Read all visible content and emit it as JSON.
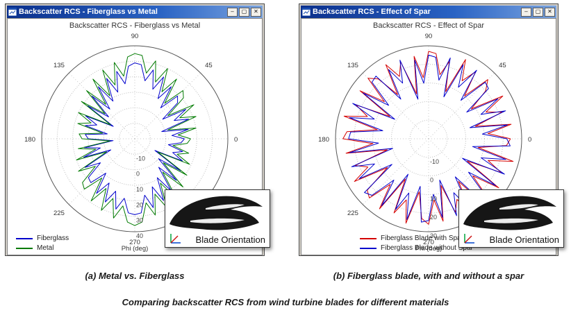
{
  "window_controls": {
    "minimize_glyph": "–",
    "maximize_glyph": "▢",
    "close_glyph": "✕"
  },
  "windows": [
    {
      "title": "Backscatter RCS - Fiberglass vs Metal",
      "inset_label": "Blade Orientation"
    },
    {
      "title": "Backscatter RCS - Effect of Spar",
      "inset_label": "Blade Orientation"
    }
  ],
  "captions": {
    "left": "(a) Metal vs. Fiberglass",
    "right": "(b) Fiberglass blade, with and without a spar",
    "bottom": "Comparing backscatter RCS from wind turbine blades for different materials"
  },
  "chart_data": [
    {
      "type": "line",
      "subtype": "polar",
      "title": "Backscatter RCS - Fiberglass vs Metal",
      "angle_axis_label": "Phi (deg)",
      "angle_ticks": [
        0,
        45,
        90,
        135,
        180,
        225,
        270
      ],
      "r_ticks": [
        -10,
        0,
        10,
        20,
        30,
        40
      ],
      "r_min": -20,
      "r_max": 40,
      "legend_position": "bottom-left",
      "theta_deg": [
        0,
        5,
        10,
        15,
        20,
        25,
        30,
        35,
        40,
        45,
        50,
        55,
        60,
        65,
        70,
        75,
        80,
        85,
        90,
        95,
        100,
        105,
        110,
        115,
        120,
        125,
        130,
        135,
        140,
        145,
        150,
        155,
        160,
        165,
        170,
        175,
        180,
        185,
        190,
        195,
        200,
        205,
        210,
        215,
        220,
        225,
        230,
        235,
        240,
        245,
        250,
        255,
        260,
        265,
        270,
        275,
        280,
        285,
        290,
        295,
        300,
        305,
        310,
        315,
        320,
        325,
        330,
        335,
        340,
        345,
        350,
        355
      ],
      "series": [
        {
          "name": "Fiberglass",
          "color": "#0000cc",
          "values": [
            12,
            4,
            15,
            -2,
            17,
            8,
            18,
            2,
            16,
            19,
            6,
            21,
            10,
            24,
            14,
            26,
            18,
            28,
            29,
            27,
            16,
            25,
            12,
            23,
            8,
            21,
            5,
            19,
            2,
            17,
            -4,
            15,
            6,
            13,
            -2,
            12,
            10,
            -6,
            13,
            3,
            15,
            -3,
            17,
            7,
            19,
            20,
            9,
            23,
            13,
            25,
            16,
            27,
            19,
            28,
            29,
            28,
            17,
            26,
            13,
            24,
            9,
            21,
            4,
            18,
            0,
            16,
            -5,
            14,
            6,
            12,
            2,
            10
          ]
        },
        {
          "name": "Metal",
          "color": "#007a00",
          "values": [
            16,
            8,
            20,
            2,
            22,
            12,
            24,
            6,
            21,
            24,
            10,
            27,
            15,
            30,
            19,
            32,
            23,
            34,
            35,
            33,
            21,
            31,
            17,
            29,
            12,
            27,
            9,
            24,
            5,
            22,
            -2,
            20,
            10,
            18,
            1,
            16,
            14,
            -4,
            17,
            6,
            20,
            0,
            22,
            11,
            24,
            26,
            13,
            29,
            17,
            31,
            21,
            33,
            24,
            34,
            36,
            34,
            22,
            31,
            18,
            29,
            13,
            27,
            8,
            24,
            4,
            21,
            -3,
            19,
            9,
            16,
            5,
            14
          ]
        }
      ]
    },
    {
      "type": "line",
      "subtype": "polar",
      "title": "Backscatter RCS - Effect of Spar",
      "angle_axis_label": "Phi (deg)",
      "angle_ticks": [
        0,
        45,
        90,
        135,
        180,
        225,
        270
      ],
      "r_ticks": [
        -10,
        0,
        10,
        20,
        30
      ],
      "r_min": -20,
      "r_max": 30,
      "legend_position": "bottom-center-left",
      "theta_deg": [
        0,
        5,
        10,
        15,
        20,
        25,
        30,
        35,
        40,
        45,
        50,
        55,
        60,
        65,
        70,
        75,
        80,
        85,
        90,
        95,
        100,
        105,
        110,
        115,
        120,
        125,
        130,
        135,
        140,
        145,
        150,
        155,
        160,
        165,
        170,
        175,
        180,
        185,
        190,
        195,
        200,
        205,
        210,
        215,
        220,
        225,
        230,
        235,
        240,
        245,
        250,
        255,
        260,
        265,
        270,
        275,
        280,
        285,
        290,
        295,
        300,
        305,
        310,
        315,
        320,
        325,
        330,
        335,
        340,
        345,
        350,
        355
      ],
      "series": [
        {
          "name": "Fiberglass Blade with Spar",
          "color": "#d40000",
          "values": [
            24,
            12,
            25,
            6,
            22,
            14,
            26,
            8,
            20,
            25,
            10,
            24,
            16,
            27,
            7,
            23,
            15,
            26,
            27,
            13,
            25,
            5,
            24,
            17,
            26,
            9,
            22,
            26,
            11,
            25,
            4,
            23,
            15,
            27,
            8,
            24,
            26,
            10,
            25,
            3,
            22,
            16,
            26,
            7,
            23,
            25,
            12,
            26,
            5,
            24,
            15,
            27,
            9,
            23,
            26,
            13,
            25,
            6,
            22,
            16,
            26,
            8,
            24,
            25,
            11,
            26,
            4,
            23,
            14,
            27,
            7,
            22
          ]
        },
        {
          "name": "Fiberglass Blade without Spar",
          "color": "#0000cc",
          "values": [
            22,
            9,
            23,
            3,
            24,
            11,
            23,
            5,
            22,
            23,
            7,
            25,
            12,
            24,
            4,
            25,
            12,
            24,
            25,
            10,
            23,
            2,
            25,
            13,
            23,
            6,
            24,
            23,
            8,
            23,
            1,
            25,
            11,
            24,
            5,
            22,
            23,
            7,
            23,
            0,
            24,
            12,
            23,
            4,
            25,
            23,
            9,
            24,
            2,
            22,
            11,
            25,
            6,
            25,
            24,
            10,
            23,
            3,
            24,
            12,
            23,
            5,
            22,
            23,
            8,
            24,
            1,
            25,
            10,
            23,
            4,
            24
          ]
        }
      ]
    }
  ]
}
